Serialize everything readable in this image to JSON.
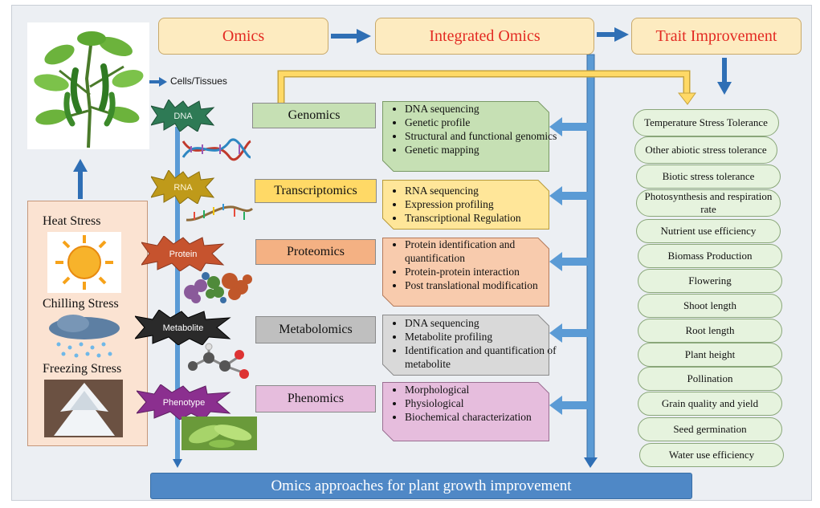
{
  "flow": {
    "omics": "Omics",
    "integrated": "Integrated Omics",
    "trait": "Trait Improvement"
  },
  "cells_label": "Cells/Tissues",
  "stresses": [
    "Heat Stress",
    "Chilling Stress",
    "Freezing Stress"
  ],
  "markers": [
    "DNA",
    "RNA",
    "Protein",
    "Metabolite",
    "Phenotype"
  ],
  "omics": [
    {
      "name": "Genomics",
      "items": [
        "DNA sequencing",
        "Genetic profile",
        "Structural and functional genomics",
        "Genetic mapping"
      ]
    },
    {
      "name": "Transcriptomics",
      "items": [
        "RNA sequencing",
        "Expression profiling",
        "Transcriptional Regulation"
      ]
    },
    {
      "name": "Proteomics",
      "items": [
        "Protein identification and quantification",
        "Protein-protein interaction",
        "Post translational modification"
      ]
    },
    {
      "name": "Metabolomics",
      "items": [
        "DNA sequencing",
        "Metabolite profiling",
        "Identification and quantification of metabolite"
      ]
    },
    {
      "name": "Phenomics",
      "items": [
        "Morphological",
        "Physiological",
        "Biochemical characterization"
      ]
    }
  ],
  "traits": [
    "Temperature Stress Tolerance",
    "Other abiotic stress tolerance",
    "Biotic stress tolerance",
    "Photosynthesis and respiration rate",
    "Nutrient use efficiency",
    "Biomass Production",
    "Flowering",
    "Shoot length",
    "Root  length",
    "Plant height",
    "Pollination",
    "Grain quality and yield",
    "Seed germination",
    "Water use efficiency"
  ],
  "footer": "Omics approaches for plant growth improvement",
  "colors": {
    "flow_box": "#fdebc0",
    "flow_text": "#e32a22",
    "arrow": "#2f6fb5",
    "genomics": "#c6e0b4",
    "transcriptomics": "#ffd966",
    "proteomics": "#f4b183",
    "metabolomics": "#bfbfbf",
    "phenomics": "#e6bddd",
    "trait_box": "#e6f3de",
    "footer": "#4f88c6"
  }
}
